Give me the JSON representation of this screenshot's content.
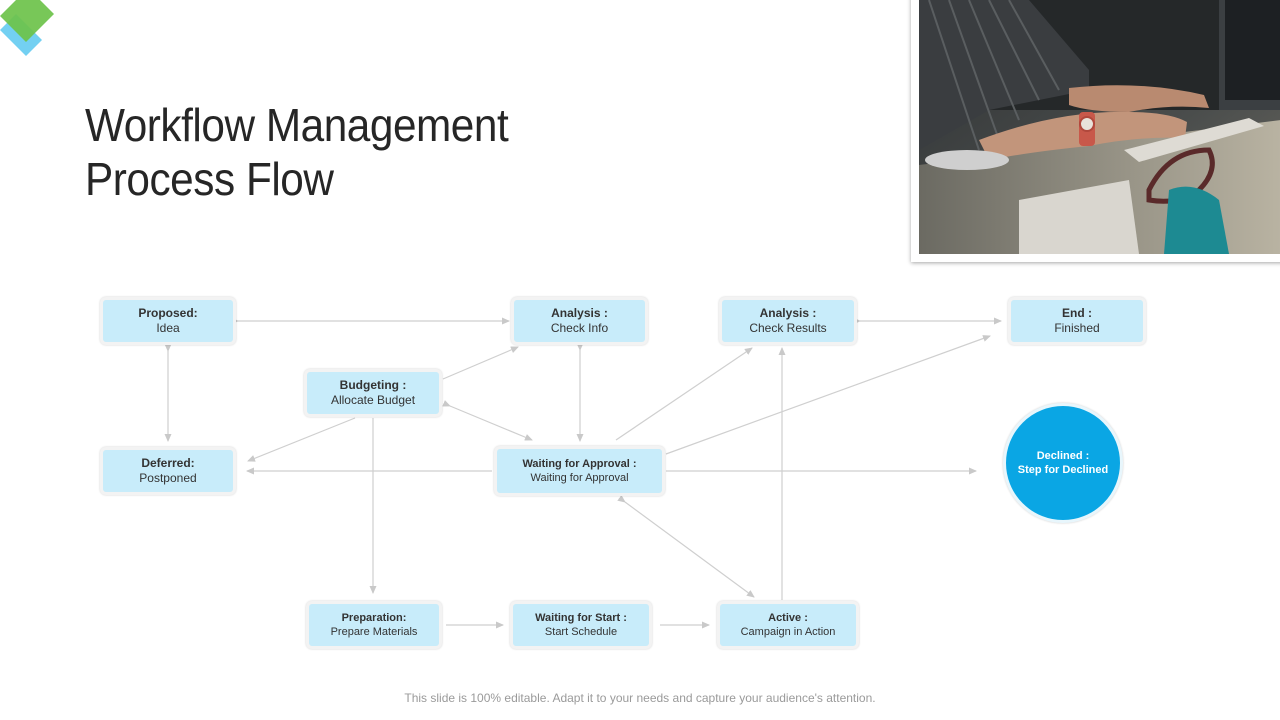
{
  "title_lines": [
    "Workflow Management",
    "Process Flow"
  ],
  "nodes": {
    "proposed": {
      "heading": "Proposed:",
      "sub": "Idea"
    },
    "analysis_info": {
      "heading": "Analysis :",
      "sub": "Check Info"
    },
    "analysis_results": {
      "heading": "Analysis :",
      "sub": "Check Results"
    },
    "end": {
      "heading": "End :",
      "sub": "Finished"
    },
    "budgeting": {
      "heading": "Budgeting :",
      "sub": "Allocate Budget"
    },
    "deferred": {
      "heading": "Deferred:",
      "sub": "Postponed"
    },
    "waiting_approval": {
      "heading": "Waiting for Approval :",
      "sub": "Waiting for Approval"
    },
    "declined": {
      "heading": "Declined :",
      "sub": "Step for Declined"
    },
    "preparation": {
      "heading": "Preparation:",
      "sub": "Prepare Materials"
    },
    "waiting_start": {
      "heading": "Waiting for Start :",
      "sub": "Start Schedule"
    },
    "active": {
      "heading": "Active :",
      "sub": "Campaign in Action"
    }
  },
  "colors": {
    "node_fill": "#c8ecfa",
    "declined_fill": "#0aa6e4",
    "arrow": "#c9c9c9",
    "brand_green": "#6cc24a",
    "brand_blue": "#5bc8f0"
  },
  "photo_icon": "person-typing-at-desk-photo",
  "footer": "This slide is 100% editable. Adapt it to your needs and capture your audience's attention."
}
